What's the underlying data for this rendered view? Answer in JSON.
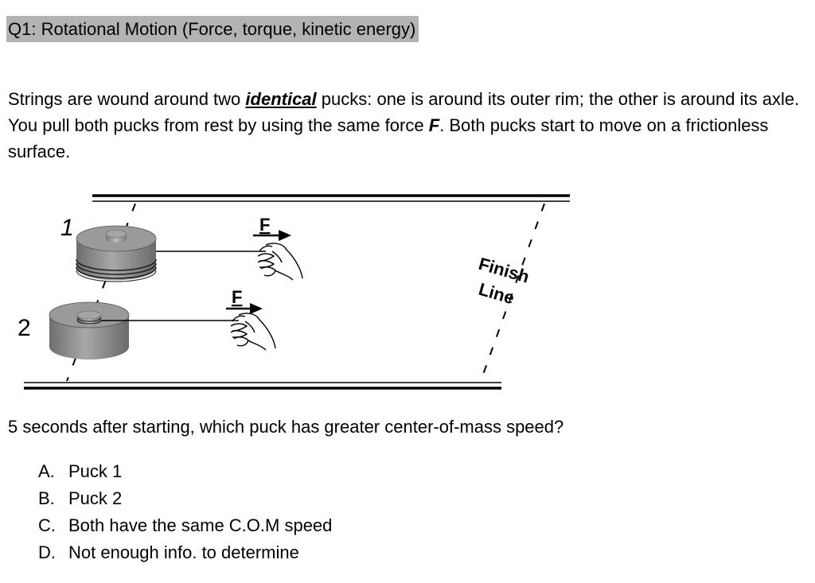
{
  "title": "Q1: Rotational Motion (Force, torque, kinetic energy)",
  "paragraph": {
    "part1": "Strings are wound around two ",
    "emph": "identical",
    "part2": " pucks: one is around its outer rim; the other is around its axle. You pull both pucks from rest by using the same force ",
    "force": "F",
    "part3": ". Both pucks start to move on a frictionless surface."
  },
  "figure": {
    "puck1_label": "1",
    "puck2_label": "2",
    "force_label_1": "F",
    "force_label_2": "F",
    "finish_line_1": "Finish",
    "finish_line_2": "Line"
  },
  "question": "5 seconds after starting, which puck has greater center-of-mass speed?",
  "choices": [
    {
      "letter": "A.",
      "text": "Puck 1"
    },
    {
      "letter": "B.",
      "text": "Puck 2"
    },
    {
      "letter": "C.",
      "text": "Both have the same C.O.M speed"
    },
    {
      "letter": "D.",
      "text": "Not enough info. to determine"
    }
  ]
}
